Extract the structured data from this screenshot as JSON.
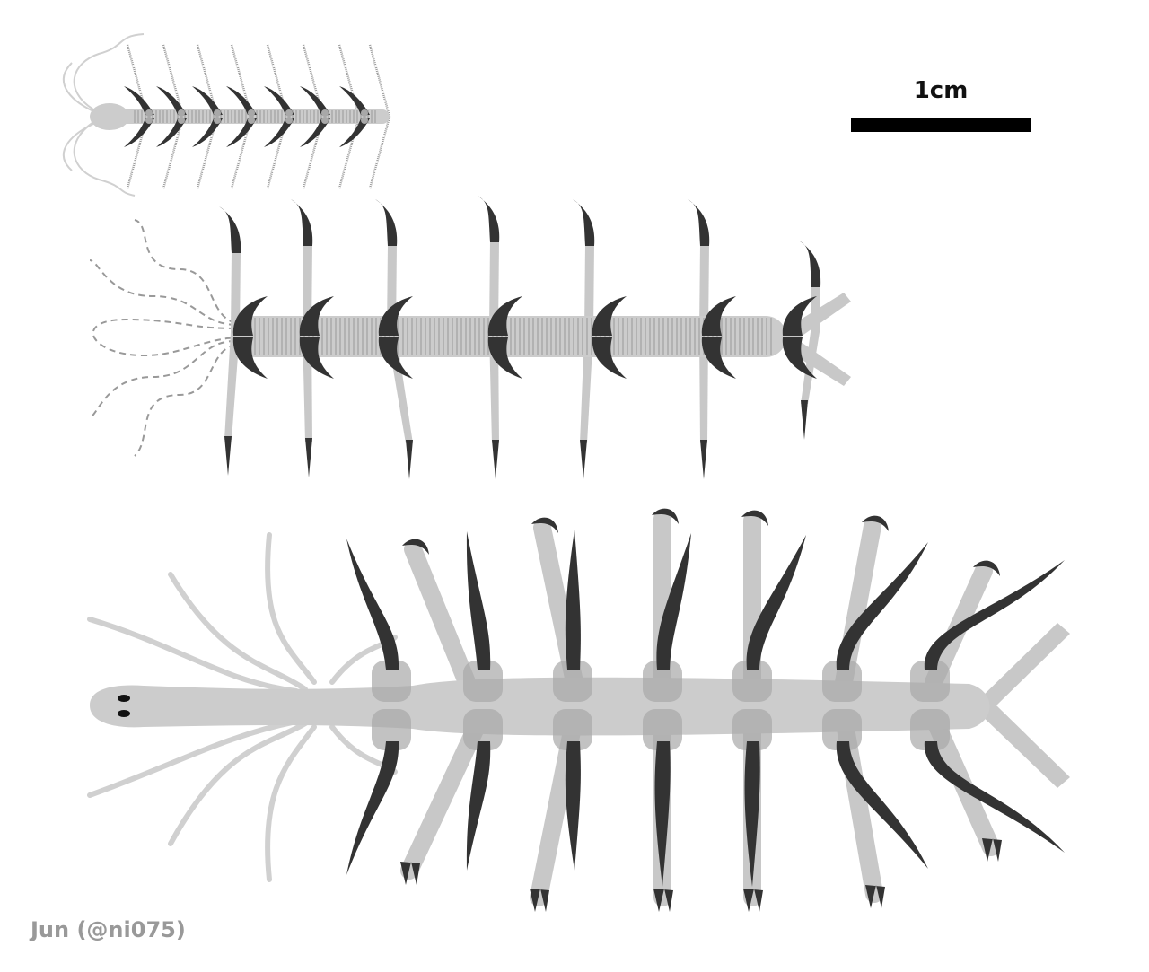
{
  "scale_bar": {
    "label": "1cm"
  },
  "credit": "Jun (@ni075)",
  "colors": {
    "claw": "#333333",
    "limb": "#c8c8c8",
    "body": "#cccccc",
    "body_dark": "#a8a8a8",
    "outline": "#999999",
    "lines": "#d0d0d0"
  },
  "figures": [
    {
      "id": "top",
      "leg_pairs": 7
    },
    {
      "id": "middle",
      "leg_pairs": 7
    },
    {
      "id": "bottom",
      "leg_pairs": 7
    }
  ]
}
